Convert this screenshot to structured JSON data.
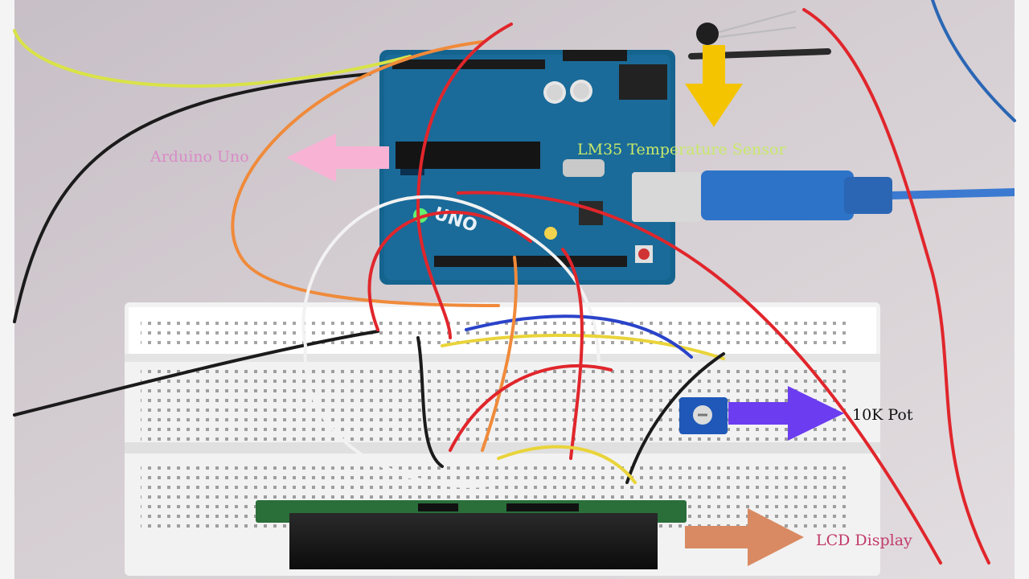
{
  "annotations": {
    "arduino": {
      "text": "Arduino Uno",
      "color": "#d98bc6"
    },
    "lm35": {
      "text": "LM35 Temperature Sensor",
      "color": "#c8e86a"
    },
    "pot": {
      "text": "10K Pot",
      "color": "#111111"
    },
    "lcd": {
      "text": "LCD Display",
      "color": "#c23a6a"
    }
  },
  "arrow_colors": {
    "arduino": "#f8b3d4",
    "lm35": "#f5c400",
    "pot": "#6b3cf0",
    "lcd": "#d98a62"
  },
  "board_labels": {
    "uno_logo": "UNO"
  }
}
